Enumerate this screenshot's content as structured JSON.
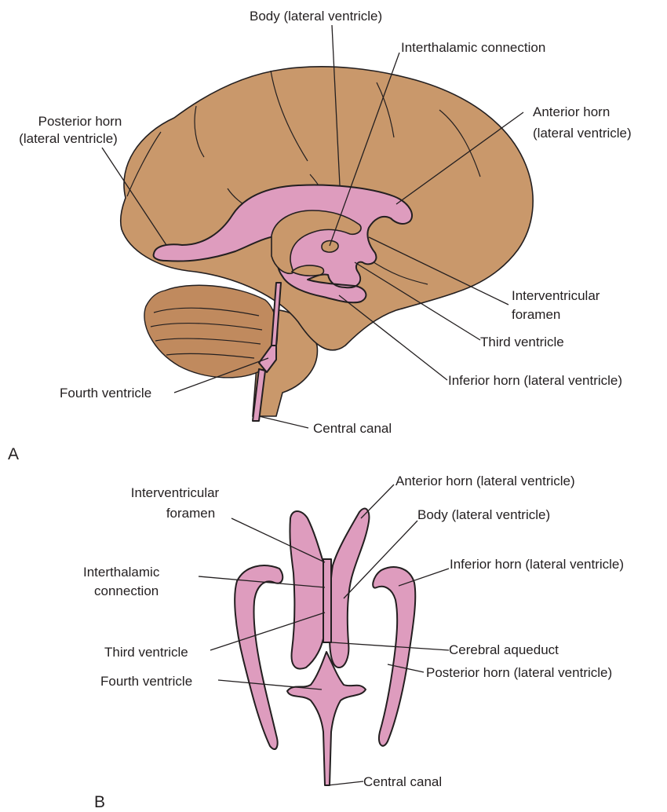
{
  "panels": {
    "a": "A",
    "b": "B"
  },
  "panel_a": {
    "body": "Body (lateral ventricle)",
    "interthalamic": "Interthalamic connection",
    "posterior_1": "Posterior horn",
    "posterior_2": "(lateral ventricle)",
    "anterior_1": "Anterior horn",
    "anterior_2": "(lateral ventricle)",
    "interventricular_1": "Interventricular",
    "interventricular_2": "foramen",
    "third": "Third ventricle",
    "inferior": "Inferior horn (lateral ventricle)",
    "fourth": "Fourth ventricle",
    "central": "Central canal"
  },
  "panel_b": {
    "anterior": "Anterior horn (lateral ventricle)",
    "interventricular_1": "Interventricular",
    "interventricular_2": "foramen",
    "body": "Body (lateral ventricle)",
    "inferior": "Inferior horn (lateral ventricle)",
    "interthalamic_1": "Interthalamic",
    "interthalamic_2": "connection",
    "third": "Third ventricle",
    "aqueduct": "Cerebral aqueduct",
    "fourth": "Fourth ventricle",
    "posterior": "Posterior horn (lateral ventricle)",
    "central": "Central canal"
  },
  "colors": {
    "brain": "#c9986b",
    "ventricle": "#de9cbe",
    "line": "#231f20"
  }
}
